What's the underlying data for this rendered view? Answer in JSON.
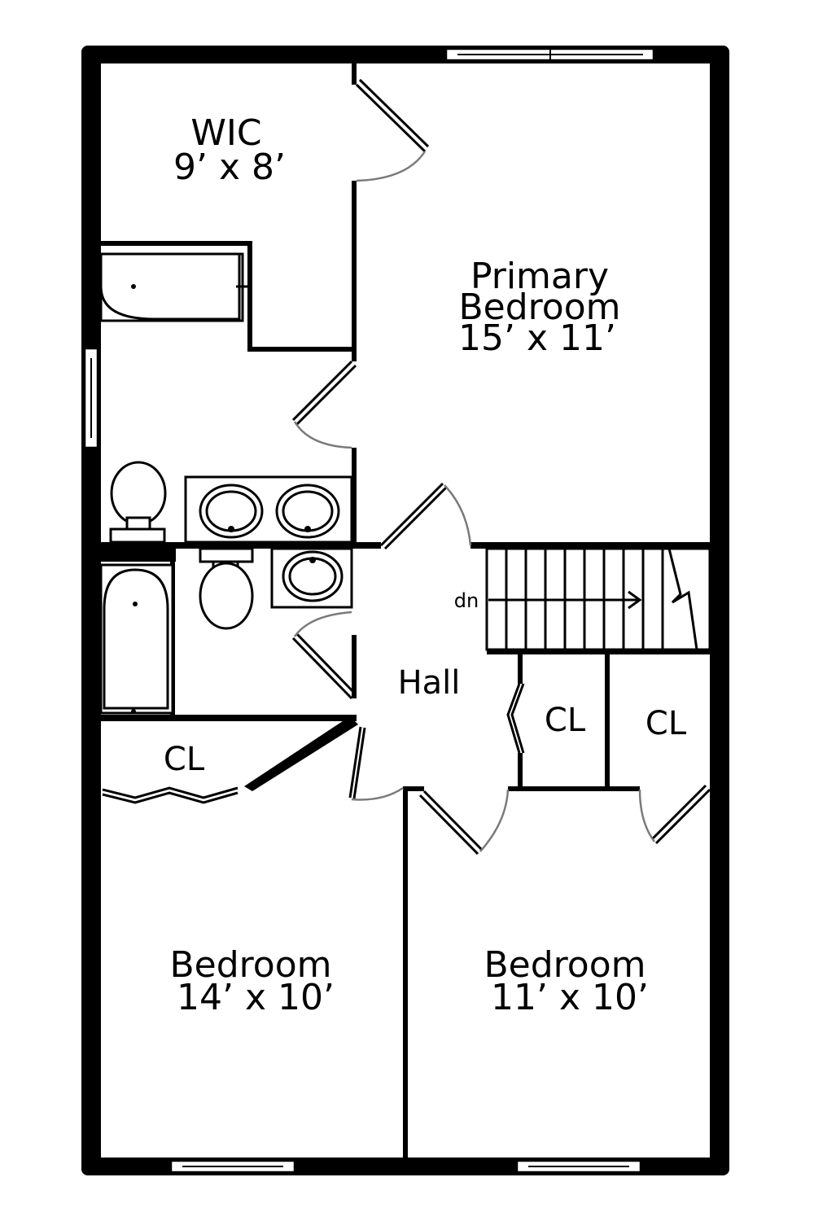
{
  "rooms": {
    "wic": {
      "name": "WIC",
      "size": "9’ x 8’"
    },
    "primary": {
      "name_line1": "Primary",
      "name_line2": "Bedroom",
      "size": "15’ x 11’"
    },
    "hall": {
      "name": "Hall"
    },
    "stairs": {
      "label": "dn"
    },
    "closet_left": {
      "name": "CL"
    },
    "closet_mid": {
      "name": "CL"
    },
    "closet_right": {
      "name": "CL"
    },
    "bedroom_left": {
      "name": "Bedroom",
      "size": "14’ x 10’"
    },
    "bedroom_right": {
      "name": "Bedroom",
      "size": "11’ x 10’"
    }
  },
  "colors": {
    "wall": "#000000",
    "door_swing": "#7a7a7a",
    "background": "#ffffff"
  }
}
